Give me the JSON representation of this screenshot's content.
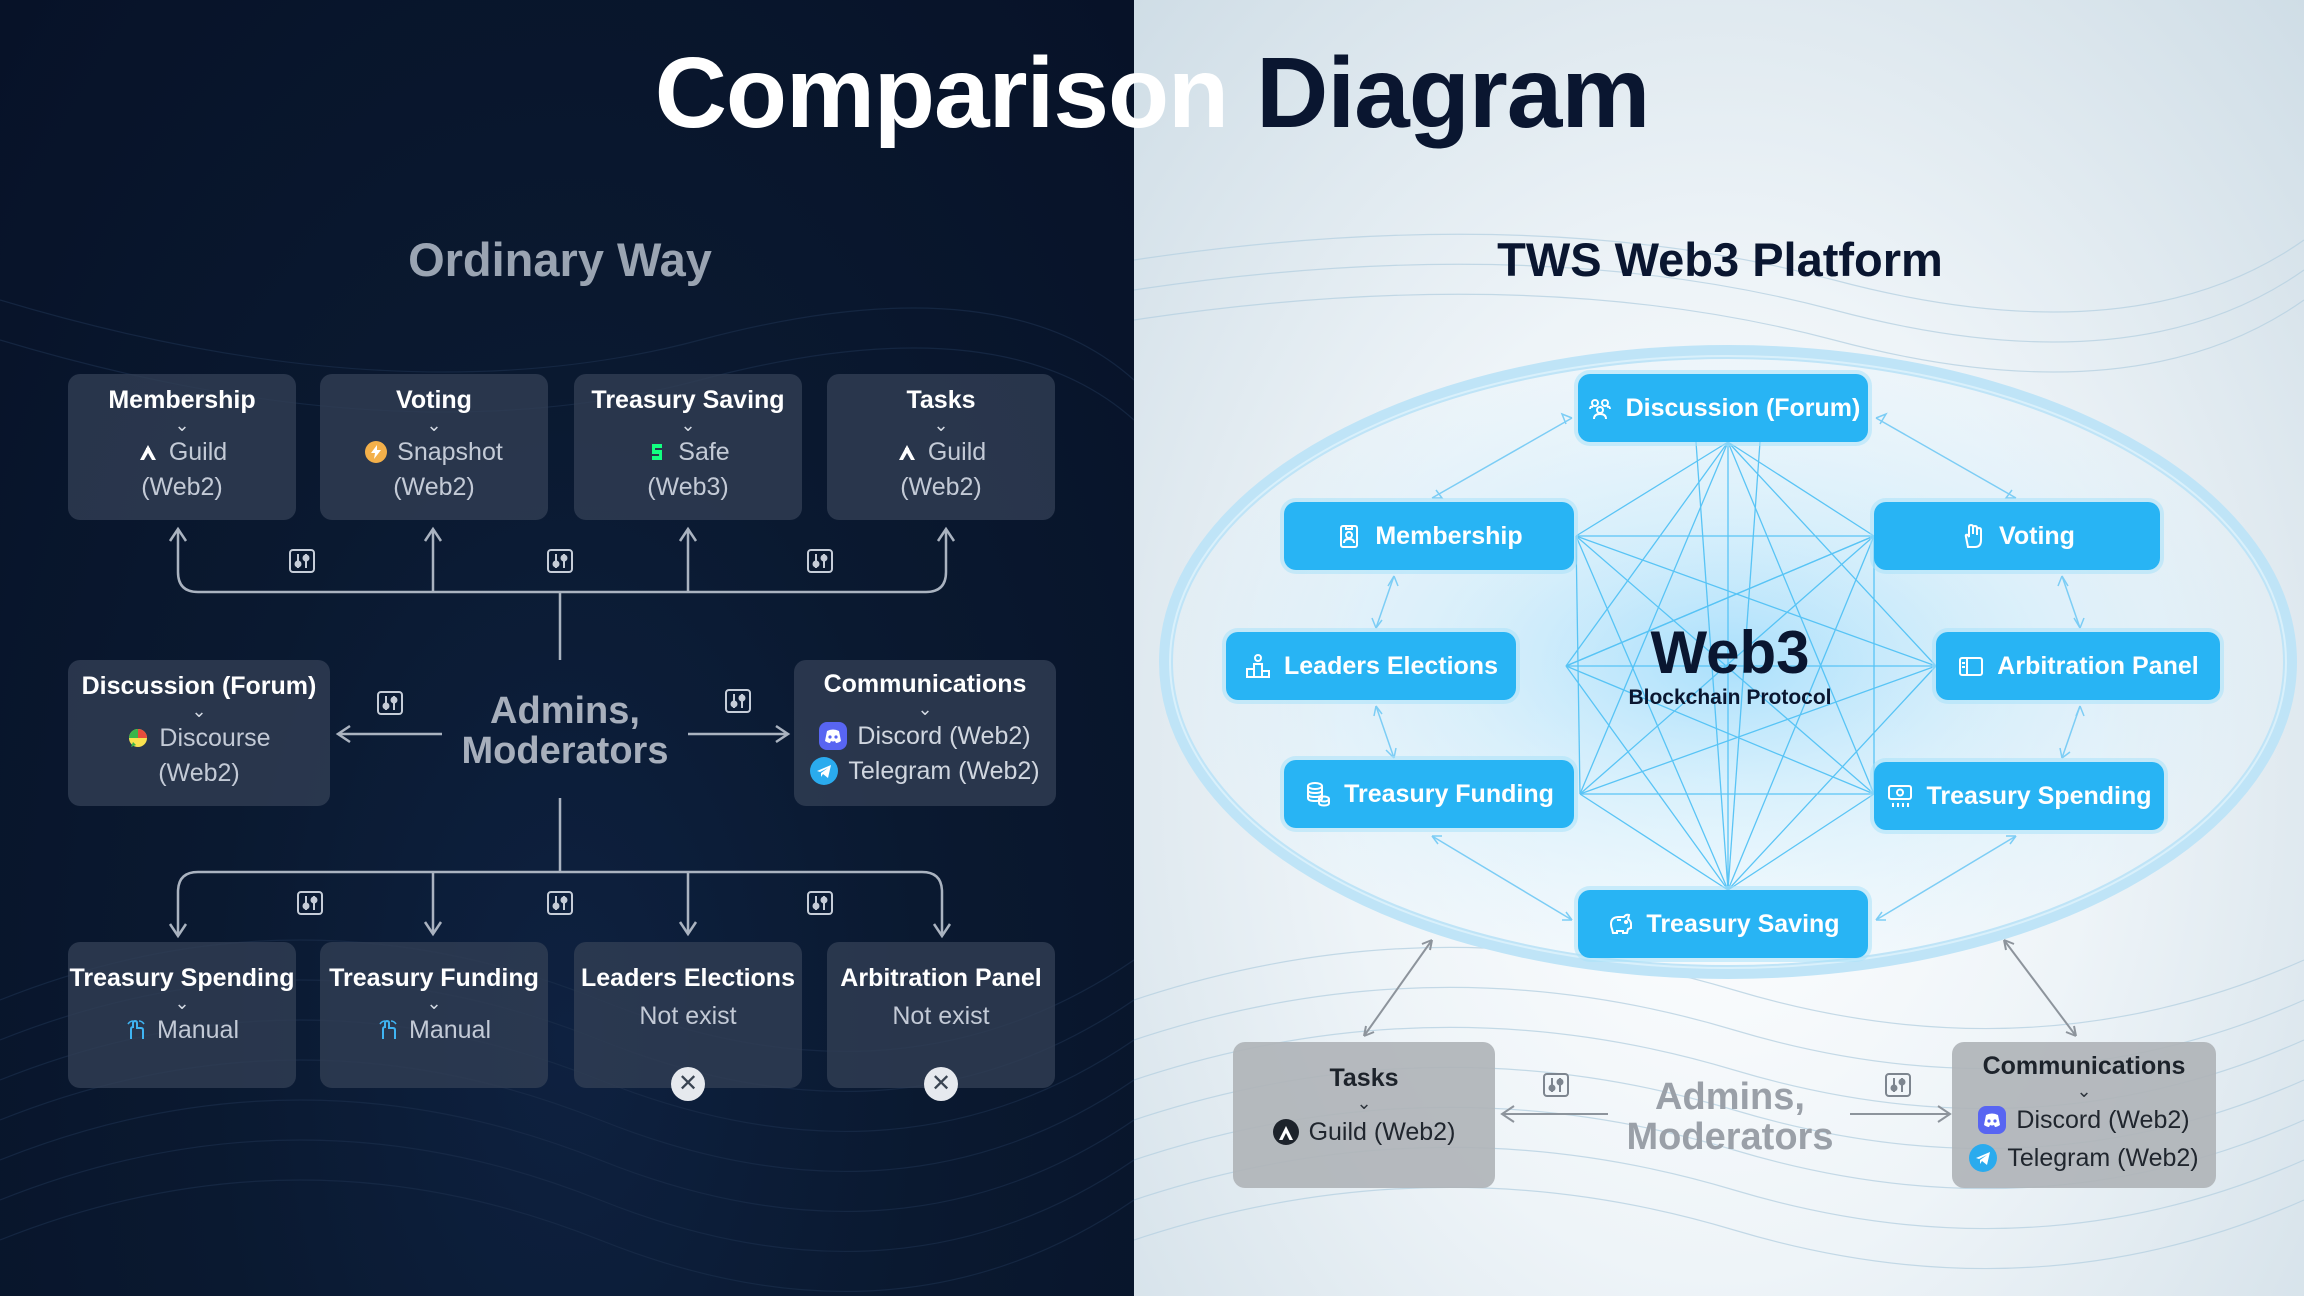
{
  "title": {
    "word1": "Comparison",
    "word2": "Diagram"
  },
  "left": {
    "subtitle": "Ordinary Way",
    "center_label": "Admins, Moderators",
    "top_cards": [
      {
        "title": "Membership",
        "tool": "Guild",
        "type": "(Web2)",
        "icon": "guild-icon"
      },
      {
        "title": "Voting",
        "tool": "Snapshot",
        "type": "(Web2)",
        "icon": "snapshot-icon"
      },
      {
        "title": "Treasury Saving",
        "tool": "Safe",
        "type": "(Web3)",
        "icon": "safe-icon"
      },
      {
        "title": "Tasks",
        "tool": "Guild",
        "type": "(Web2)",
        "icon": "guild-icon"
      }
    ],
    "discussion": {
      "title": "Discussion (Forum)",
      "tool": "Discourse",
      "type": "(Web2)",
      "icon": "discourse-icon"
    },
    "communications": {
      "title": "Communications",
      "items": [
        "Discord (Web2)",
        "Telegram (Web2)"
      ]
    },
    "bottom_cards": [
      {
        "title": "Treasury Spending",
        "value": "Manual",
        "icon": "hand-icon"
      },
      {
        "title": "Treasury Funding",
        "value": "Manual",
        "icon": "hand-icon"
      },
      {
        "title": "Leaders Elections",
        "value": "Not exist",
        "icon": "close-icon"
      },
      {
        "title": "Arbitration Panel",
        "value": "Not exist",
        "icon": "close-icon"
      }
    ]
  },
  "right": {
    "subtitle": "TWS Web3 Platform",
    "core_title": "Web3",
    "core_subtitle": "Blockchain Protocol",
    "nodes": [
      {
        "label": "Discussion (Forum)",
        "icon": "people-icon"
      },
      {
        "label": "Membership",
        "icon": "badge-icon"
      },
      {
        "label": "Voting",
        "icon": "hand-icon"
      },
      {
        "label": "Leaders Elections",
        "icon": "podium-icon"
      },
      {
        "label": "Arbitration Panel",
        "icon": "panel-icon"
      },
      {
        "label": "Treasury Funding",
        "icon": "coins-icon"
      },
      {
        "label": "Treasury Spending",
        "icon": "spending-icon"
      },
      {
        "label": "Treasury Saving",
        "icon": "piggy-bank-icon"
      }
    ],
    "center_label": "Admins, Moderators",
    "tasks": {
      "title": "Tasks",
      "item": "Guild (Web2)"
    },
    "communications": {
      "title": "Communications",
      "items": [
        "Discord (Web2)",
        "Telegram (Web2)"
      ]
    }
  },
  "colors": {
    "left_bg": "#0a1930",
    "right_bg": "#eef4f8",
    "accent_blue": "#28b4f4",
    "card_dark": "#323f54",
    "card_gray": "#b0b4b8",
    "discord": "#5865f2",
    "telegram": "#2aabee"
  }
}
